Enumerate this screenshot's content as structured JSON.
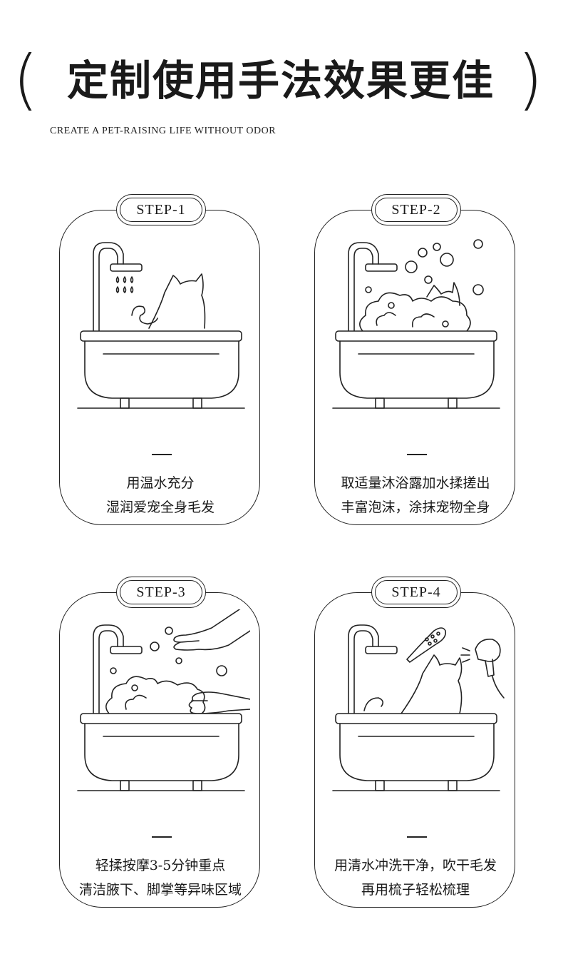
{
  "header": {
    "left_paren": "(",
    "title": "定制使用手法效果更佳",
    "right_paren": ")",
    "subtitle": "CREATE A PET-RAISING LIFE WITHOUT ODOR"
  },
  "steps": [
    {
      "label": "STEP-1",
      "line1": "用温水充分",
      "line2": "湿润爱宠全身毛发"
    },
    {
      "label": "STEP-2",
      "line1": "取适量沐浴露加水揉搓出",
      "line2": "丰富泡沫，涂抹宠物全身"
    },
    {
      "label": "STEP-3",
      "line1": "轻揉按摩3-5分钟重点",
      "line2": "清洁腋下、脚掌等异味区域"
    },
    {
      "label": "STEP-4",
      "line1": "用清水冲洗干净，吹干毛发",
      "line2": "再用梳子轻松梳理"
    }
  ]
}
